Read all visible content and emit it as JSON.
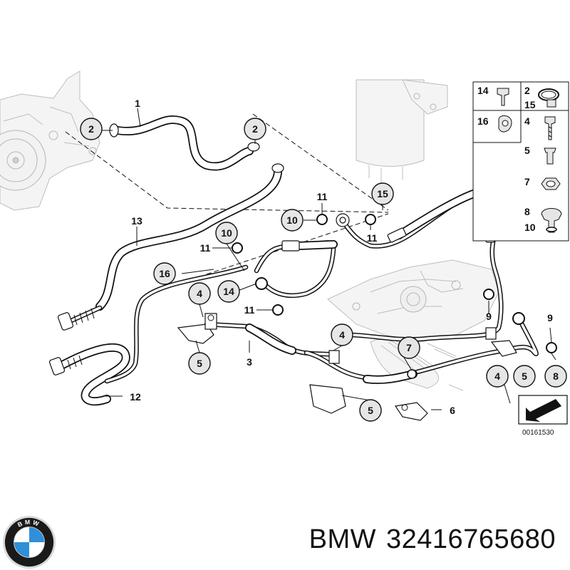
{
  "diagram": {
    "callouts": [
      {
        "id": "c1",
        "label": "1"
      },
      {
        "id": "c2a",
        "label": "2"
      },
      {
        "id": "c2b",
        "label": "2"
      },
      {
        "id": "c3",
        "label": "3"
      },
      {
        "id": "c4a",
        "label": "4"
      },
      {
        "id": "c4b",
        "label": "4"
      },
      {
        "id": "c4c",
        "label": "4"
      },
      {
        "id": "c5a",
        "label": "5"
      },
      {
        "id": "c5b",
        "label": "5"
      },
      {
        "id": "c5c",
        "label": "5"
      },
      {
        "id": "c6",
        "label": "6"
      },
      {
        "id": "c7",
        "label": "7"
      },
      {
        "id": "c8",
        "label": "8"
      },
      {
        "id": "c9a",
        "label": "9"
      },
      {
        "id": "c9b",
        "label": "9"
      },
      {
        "id": "c10a",
        "label": "10"
      },
      {
        "id": "c10b",
        "label": "10"
      },
      {
        "id": "c11a",
        "label": "11"
      },
      {
        "id": "c11b",
        "label": "11"
      },
      {
        "id": "c11c",
        "label": "11"
      },
      {
        "id": "c11d",
        "label": "11"
      },
      {
        "id": "c12",
        "label": "12"
      },
      {
        "id": "c13",
        "label": "13"
      },
      {
        "id": "c14",
        "label": "14"
      },
      {
        "id": "c15",
        "label": "15"
      },
      {
        "id": "c16",
        "label": "16"
      }
    ],
    "legend": [
      {
        "key": "14",
        "label": "14"
      },
      {
        "key": "2",
        "label": "2"
      },
      {
        "key": "15",
        "label": "15"
      },
      {
        "key": "16",
        "label": "16"
      },
      {
        "key": "4",
        "label": "4"
      },
      {
        "key": "5",
        "label": "5"
      },
      {
        "key": "7",
        "label": "7"
      },
      {
        "key": "8",
        "label": "8"
      },
      {
        "key": "10",
        "label": "10"
      }
    ],
    "doc_id": "00161530"
  },
  "brand": {
    "logo_text": "BMW",
    "name": "BMW",
    "part_number": "32416765680",
    "colors": {
      "blue": "#2f8fd8",
      "white": "#ffffff",
      "ring": "#1a1a1a"
    }
  }
}
